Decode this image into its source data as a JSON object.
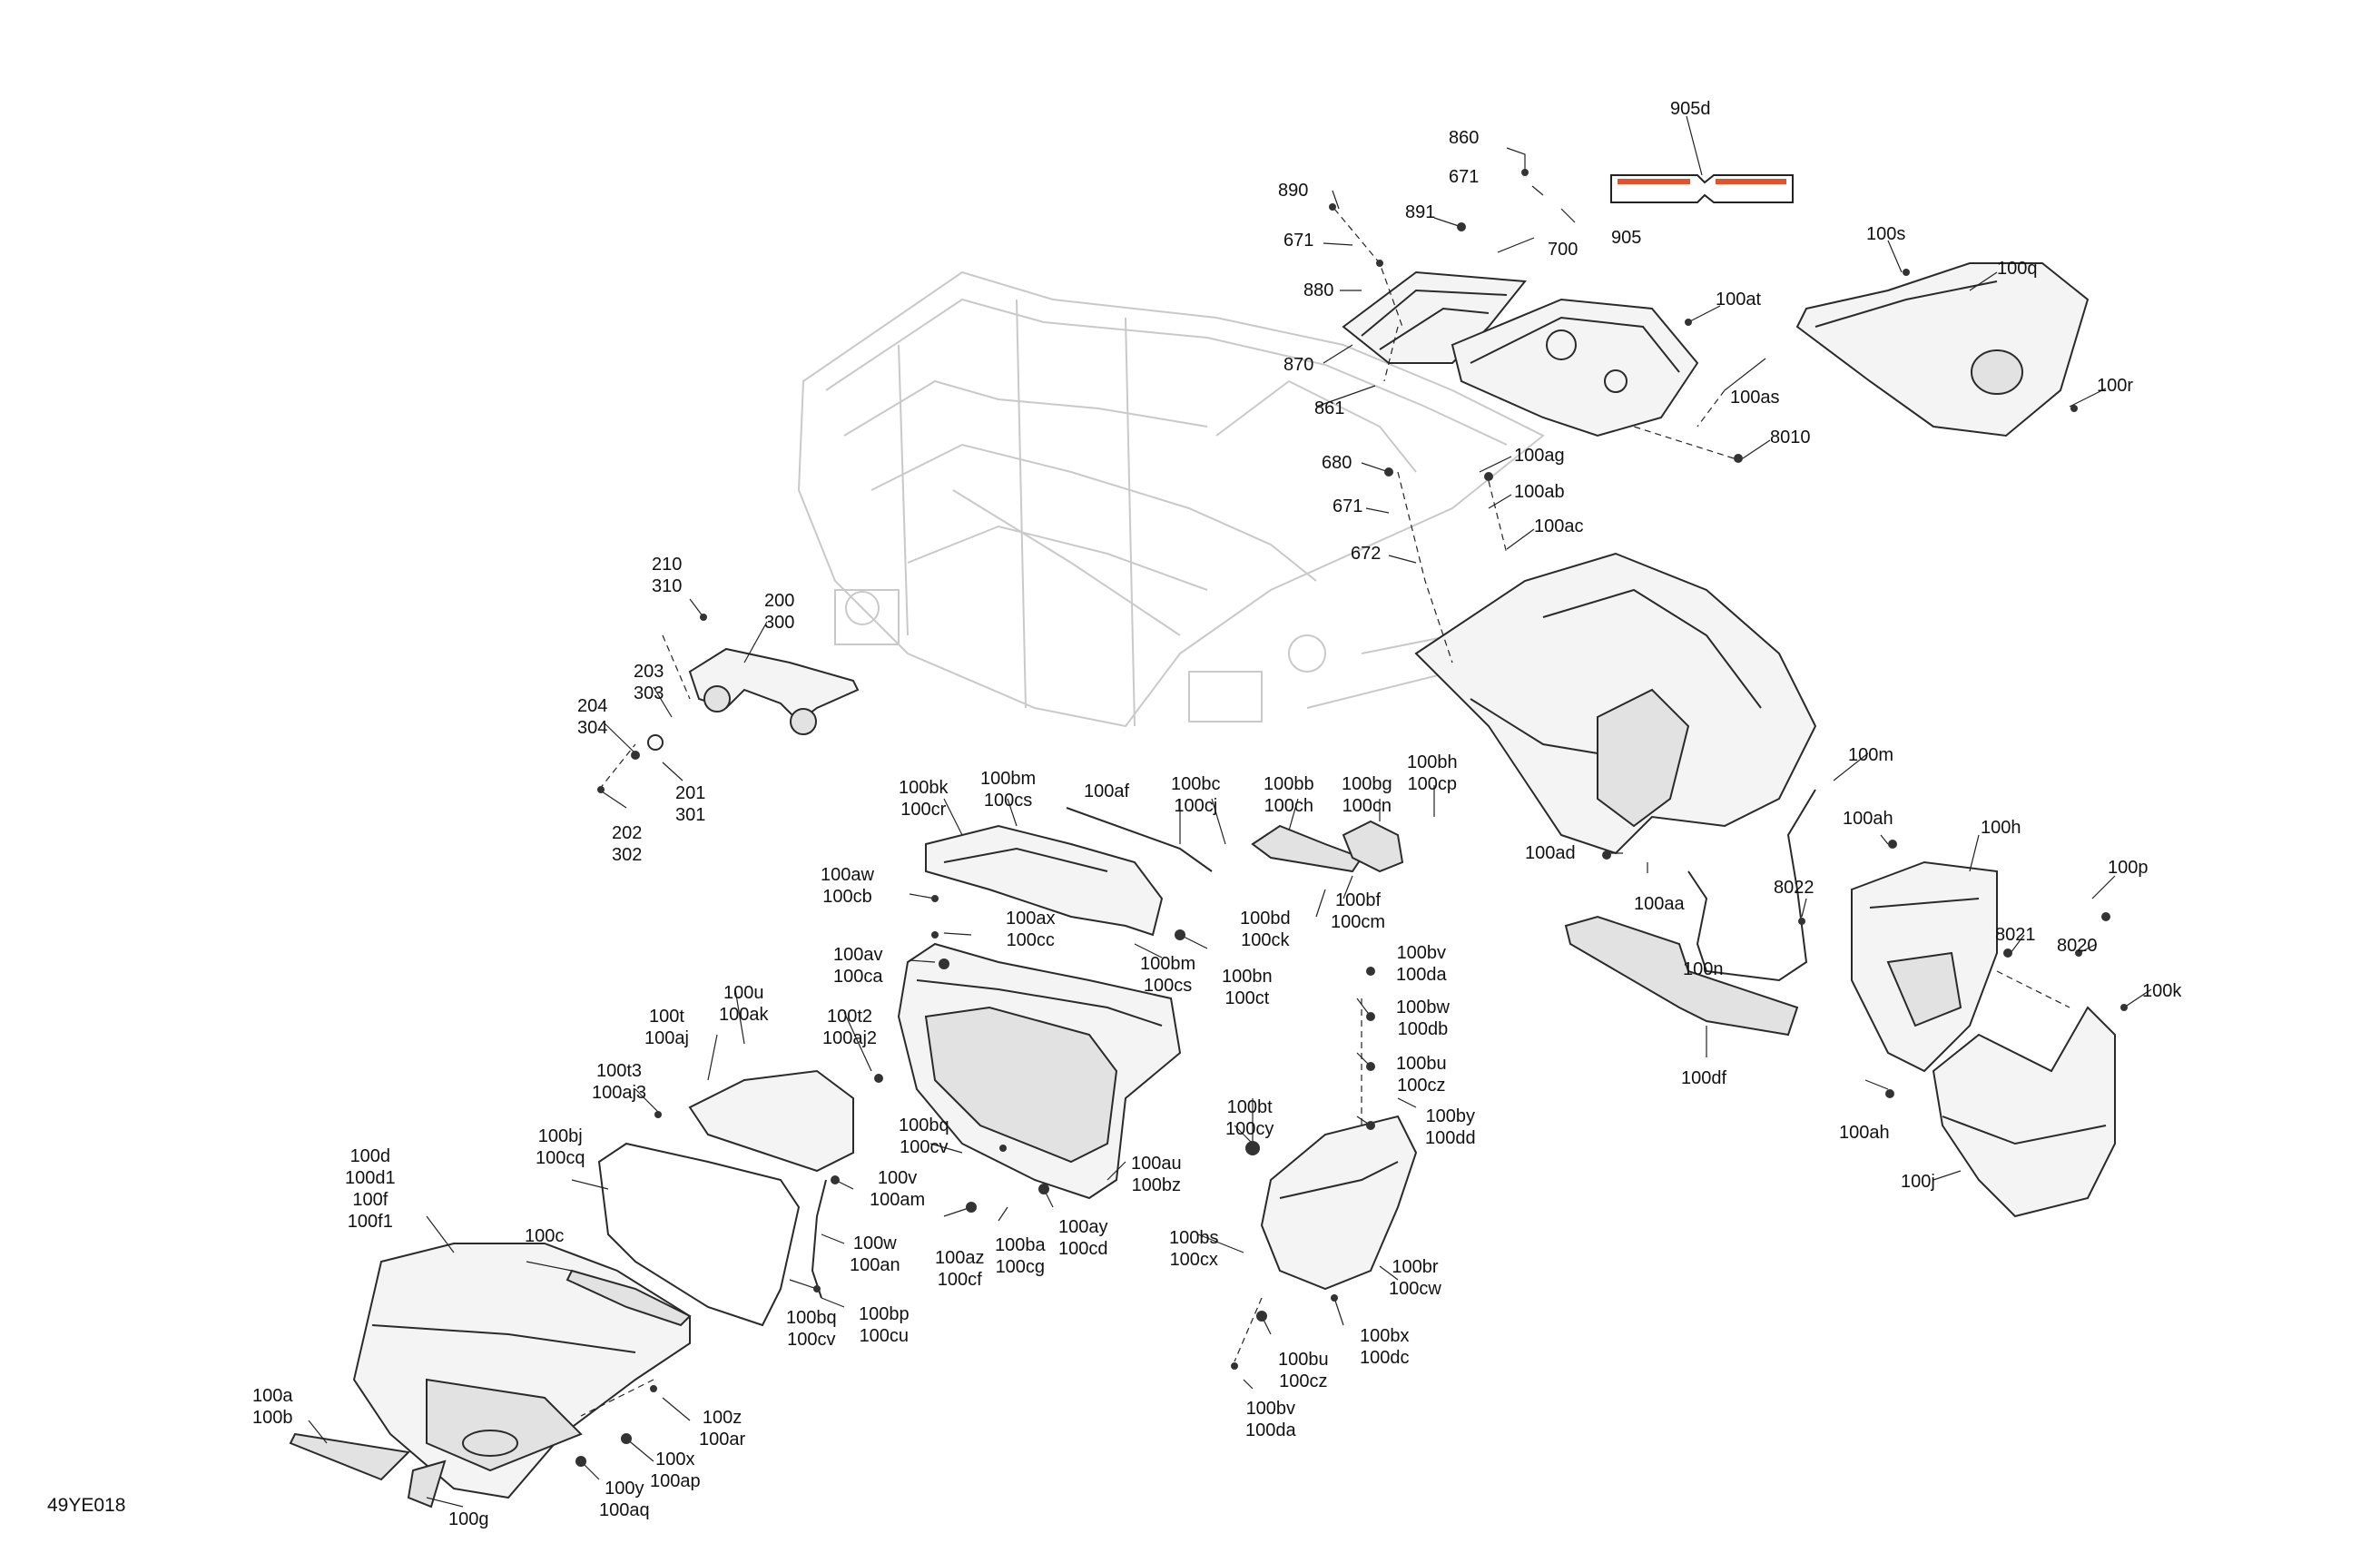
{
  "figure_code": "49YE018",
  "callouts": {
    "c905d": [
      "905d"
    ],
    "c860": [
      "860"
    ],
    "c671a": [
      "671"
    ],
    "c905": [
      "905"
    ],
    "c700": [
      "700"
    ],
    "c890": [
      "890"
    ],
    "c891": [
      "891"
    ],
    "c671b": [
      "671"
    ],
    "c880": [
      "880"
    ],
    "c870": [
      "870"
    ],
    "c861": [
      "861"
    ],
    "c100at": [
      "100at"
    ],
    "c100as": [
      "100as"
    ],
    "c8010": [
      "8010"
    ],
    "c100s": [
      "100s"
    ],
    "c100q": [
      "100q"
    ],
    "c100r": [
      "100r"
    ],
    "c680": [
      "680"
    ],
    "c671c": [
      "671"
    ],
    "c672": [
      "672"
    ],
    "c100ag": [
      "100ag"
    ],
    "c100ab": [
      "100ab"
    ],
    "c100ac": [
      "100ac"
    ],
    "c210": [
      "210",
      "310"
    ],
    "c200": [
      "200",
      "300"
    ],
    "c203": [
      "203",
      "303"
    ],
    "c204": [
      "204",
      "304"
    ],
    "c201": [
      "201",
      "301"
    ],
    "c202": [
      "202",
      "302"
    ],
    "c100bk": [
      "100bk",
      "100cr"
    ],
    "c100bm_top": [
      "100bm",
      "100cs"
    ],
    "c100af": [
      "100af"
    ],
    "c100bc": [
      "100bc",
      "100cj"
    ],
    "c100bb": [
      "100bb",
      "100ch"
    ],
    "c100bg": [
      "100bg",
      "100cn"
    ],
    "c100bh": [
      "100bh",
      "100cp"
    ],
    "c100m": [
      "100m"
    ],
    "c100ad": [
      "100ad"
    ],
    "c100aa": [
      "100aa"
    ],
    "c100aw": [
      "100aw",
      "100cb"
    ],
    "c100ax": [
      "100ax",
      "100cc"
    ],
    "c100av": [
      "100av",
      "100ca"
    ],
    "c100bd": [
      "100bd",
      "100ck"
    ],
    "c100bf": [
      "100bf",
      "100cm"
    ],
    "c100bm_mid": [
      "100bm",
      "100cs"
    ],
    "c100bn": [
      "100bn",
      "100ct"
    ],
    "c100ah_top": [
      "100ah"
    ],
    "c100h": [
      "100h"
    ],
    "c8022": [
      "8022"
    ],
    "c100p": [
      "100p"
    ],
    "c8021": [
      "8021"
    ],
    "c8020": [
      "8020"
    ],
    "c100k": [
      "100k"
    ],
    "c100n": [
      "100n"
    ],
    "c100df": [
      "100df"
    ],
    "c100u": [
      "100u",
      "100ak"
    ],
    "c100t": [
      "100t",
      "100aj"
    ],
    "c100t2": [
      "100t2",
      "100aj2"
    ],
    "c100t3": [
      "100t3",
      "100aj3"
    ],
    "c100bv_top": [
      "100bv",
      "100da"
    ],
    "c100bw": [
      "100bw",
      "100db"
    ],
    "c100bu_top": [
      "100bu",
      "100cz"
    ],
    "c100by": [
      "100by",
      "100dd"
    ],
    "c100bt": [
      "100bt",
      "100cy"
    ],
    "c100bj": [
      "100bj",
      "100cq"
    ],
    "c100bq_mid": [
      "100bq",
      "100cv"
    ],
    "c100au": [
      "100au",
      "100bz"
    ],
    "c100d": [
      "100d",
      "100d1",
      "100f",
      "100f1"
    ],
    "c100v": [
      "100v",
      "100am"
    ],
    "c100az": [
      "100az",
      "100cf"
    ],
    "c100ba": [
      "100ba",
      "100cg"
    ],
    "c100ay": [
      "100ay",
      "100cd"
    ],
    "c100bs": [
      "100bs",
      "100cx"
    ],
    "c100br": [
      "100br",
      "100cw"
    ],
    "c100ah_bot": [
      "100ah"
    ],
    "c100j": [
      "100j"
    ],
    "c100c": [
      "100c"
    ],
    "c100w": [
      "100w",
      "100an"
    ],
    "c100bq_bot": [
      "100bq",
      "100cv"
    ],
    "c100bp": [
      "100bp",
      "100cu"
    ],
    "c100bx": [
      "100bx",
      "100dc"
    ],
    "c100bu_bot": [
      "100bu",
      "100cz"
    ],
    "c100bv_bot": [
      "100bv",
      "100da"
    ],
    "c100a": [
      "100a",
      "100b"
    ],
    "c100z": [
      "100z",
      "100ar"
    ],
    "c100x": [
      "100x",
      "100ap"
    ],
    "c100y": [
      "100y",
      "100aq"
    ],
    "c100g": [
      "100g"
    ]
  }
}
